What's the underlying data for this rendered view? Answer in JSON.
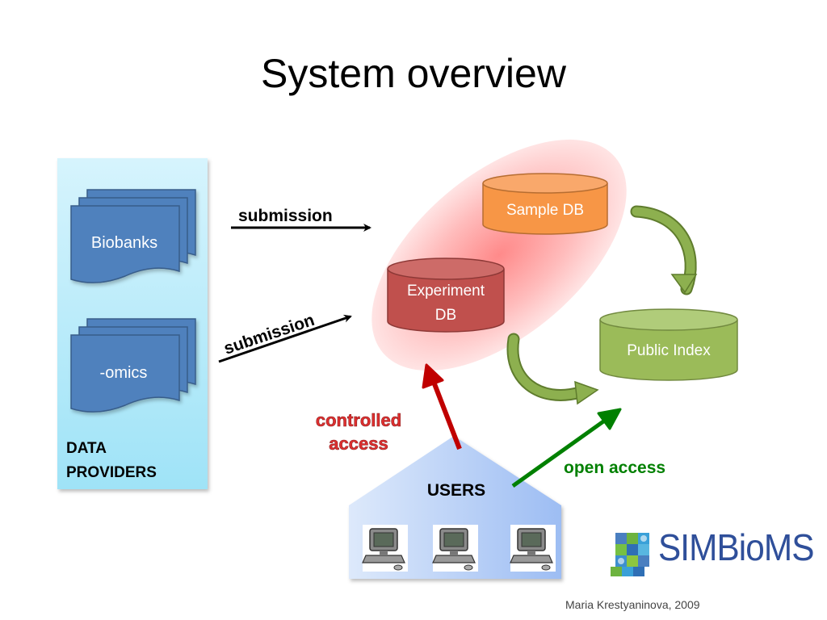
{
  "slide": {
    "title": "System overview",
    "footer": "Maria Krestyaninova, 2009"
  },
  "providers": {
    "biobanks": "Biobanks",
    "omics": "-omics",
    "label_line1": "DATA",
    "label_line2": "PROVIDERS"
  },
  "arrows": {
    "submission_top": "submission",
    "submission_bottom": "submission",
    "controlled_line1": "controlled",
    "controlled_line2": "access",
    "open_access": "open access"
  },
  "databases": {
    "sample": "Sample DB",
    "experiment_line1": "Experiment",
    "experiment_line2": "DB",
    "public_index": "Public Index"
  },
  "users": {
    "label": "USERS"
  },
  "logo": {
    "text": "SIMBioMS"
  },
  "colors": {
    "provider_panel": "#a8e6f8",
    "document_blue": "#4f81bd",
    "sample_orange": "#f79646",
    "experiment_red": "#c0504d",
    "public_green": "#9bbb59",
    "controlled_red": "#c00000",
    "open_green": "#008000"
  }
}
